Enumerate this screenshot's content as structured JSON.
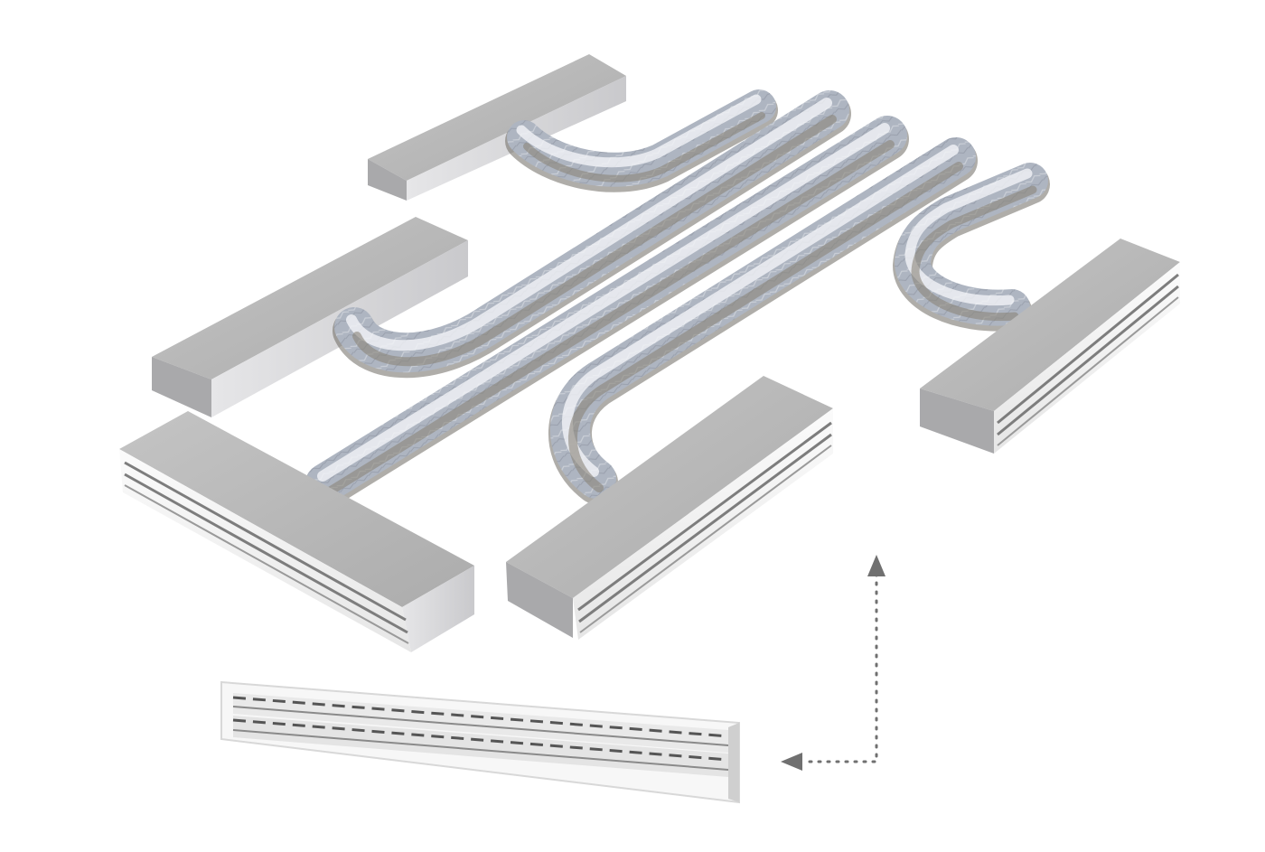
{
  "scene": {
    "background": "#ffffff",
    "description_colors": {
      "plenum_top": "#b9b9b9",
      "plenum_side": "#d9d9dc",
      "plenum_end": "#a9a9ab",
      "grille_face": "#f6f6f6",
      "duct_base": "#b6bcc6",
      "duct_highlight": "#eef1f5",
      "duct_shadow": "#6e6a63",
      "arrow": "#707070"
    },
    "components": [
      {
        "kind": "plenum-box",
        "name": "plenum-rear-left"
      },
      {
        "kind": "plenum-box",
        "name": "plenum-middle-left"
      },
      {
        "kind": "plenum-box-with-grille",
        "name": "plenum-front-left"
      },
      {
        "kind": "plenum-box-with-grille",
        "name": "plenum-front-middle"
      },
      {
        "kind": "plenum-box-with-grille",
        "name": "plenum-right"
      },
      {
        "kind": "flexible-duct",
        "name": "duct-1"
      },
      {
        "kind": "flexible-duct",
        "name": "duct-2"
      },
      {
        "kind": "flexible-duct",
        "name": "duct-3"
      },
      {
        "kind": "flexible-duct",
        "name": "duct-4"
      },
      {
        "kind": "flexible-duct",
        "name": "duct-5"
      },
      {
        "kind": "linear-slot-diffuser",
        "name": "linear-diffuser-detail"
      }
    ],
    "callout": {
      "kind": "dotted-arrow",
      "name": "callout-arrow",
      "icon": "dotted-elbow-arrow"
    }
  }
}
